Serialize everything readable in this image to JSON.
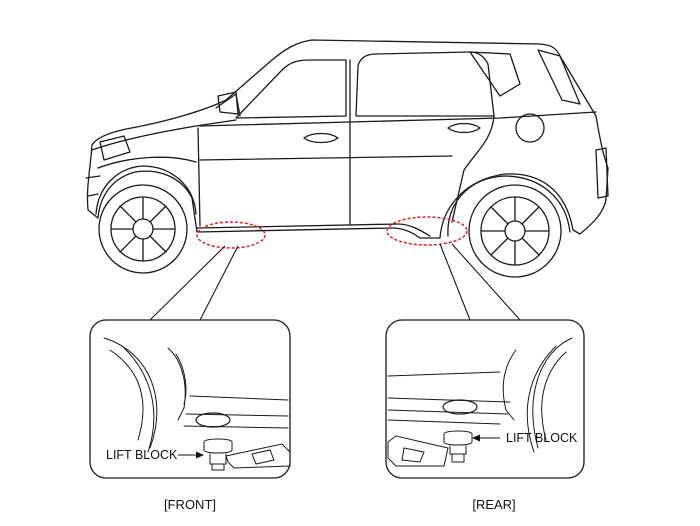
{
  "diagram": {
    "callout_front": {
      "label": "LIFT BLOCK",
      "caption": "[FRONT]"
    },
    "callout_rear": {
      "label": "LIFT BLOCK",
      "caption": "[REAR]"
    }
  },
  "colors": {
    "line": "#1a1a1a",
    "highlight": "#e02020",
    "background": "#ffffff"
  },
  "icons": [
    "vehicle-side-view",
    "lift-block",
    "jack-arm",
    "wheel"
  ]
}
